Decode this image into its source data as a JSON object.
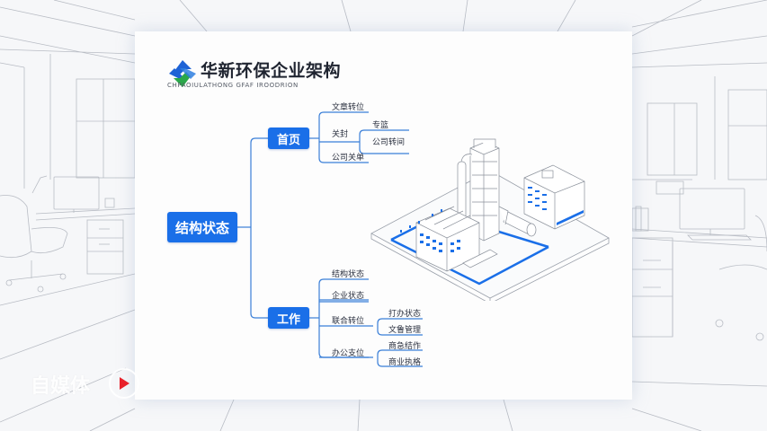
{
  "header": {
    "title": "华新环保企业架构",
    "subtitle": "CHPAOIULATHONG GFAF IROODRION"
  },
  "mindmap": {
    "root": "结构状态",
    "branches": [
      {
        "label": "首页",
        "children": [
          {
            "label": "文章转位",
            "children": []
          },
          {
            "label": "关封",
            "children": [
              {
                "label": "专篮"
              },
              {
                "label": "公司转间"
              }
            ]
          },
          {
            "label": "公司关单",
            "children": []
          }
        ]
      },
      {
        "label": "工作",
        "children": [
          {
            "label": "结构状态",
            "children": []
          },
          {
            "label": "企业状态",
            "children": []
          },
          {
            "label": "联合转位",
            "children": [
              {
                "label": "打办状态"
              },
              {
                "label": "文鲁管理"
              }
            ]
          },
          {
            "label": "办公支位",
            "children": [
              {
                "label": "商急结作"
              },
              {
                "label": "商业执格"
              }
            ]
          }
        ]
      }
    ]
  },
  "illustration": "isometric-industrial-plant",
  "watermark": {
    "text": "自媒体",
    "icon": "play-icon"
  },
  "colors": {
    "node_blue": "#1a6fe8",
    "line_blue": "#3a7fd8",
    "logo_blue": "#1e63d6",
    "logo_green": "#2aa84a",
    "play_red": "#e8212b"
  }
}
